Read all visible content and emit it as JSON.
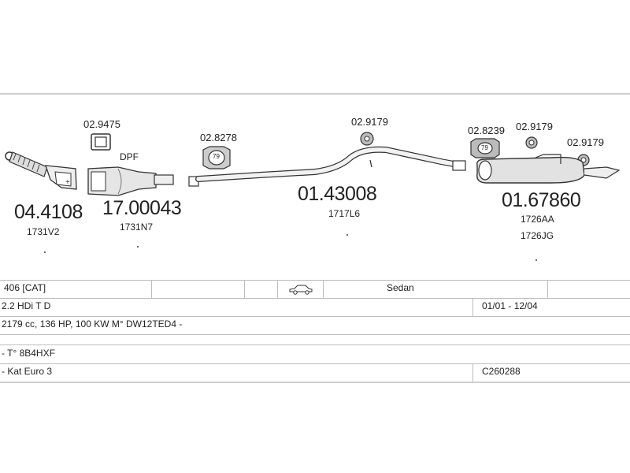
{
  "parts": {
    "flex_pipe": {
      "number": "04.4108",
      "ref": "1731V2"
    },
    "dpf_gasket": {
      "number": "02.9475"
    },
    "dpf_label": "DPF",
    "dpf": {
      "number": "17.00043",
      "ref": "1731N7"
    },
    "clamp_front": {
      "number": "02.8278",
      "badge": "79"
    },
    "hanger_mid": {
      "number": "02.9179"
    },
    "mid_pipe": {
      "number": "01.43008",
      "ref": "1717L6"
    },
    "clamp_rear": {
      "number": "02.8239",
      "badge": "79"
    },
    "hanger_rear1": {
      "number": "02.9179"
    },
    "hanger_rear2": {
      "number": "02.9179"
    },
    "rear_muffler": {
      "number": "01.67860",
      "ref1": "1726AA",
      "ref2": "1726JG"
    }
  },
  "vehicle": {
    "model": "406  [CAT]",
    "body": "Sedan",
    "engine": "2.2 HDi T D",
    "years": "01/01 - 12/04",
    "specs": "2179 cc, 136 HP, 100 KW M° DW12TED4 -",
    "type_code": "- T° 8B4HXF",
    "emission": "- Kat Euro 3",
    "catalog_code": "C260288"
  },
  "icons": {
    "car": "sedan-car-icon"
  }
}
